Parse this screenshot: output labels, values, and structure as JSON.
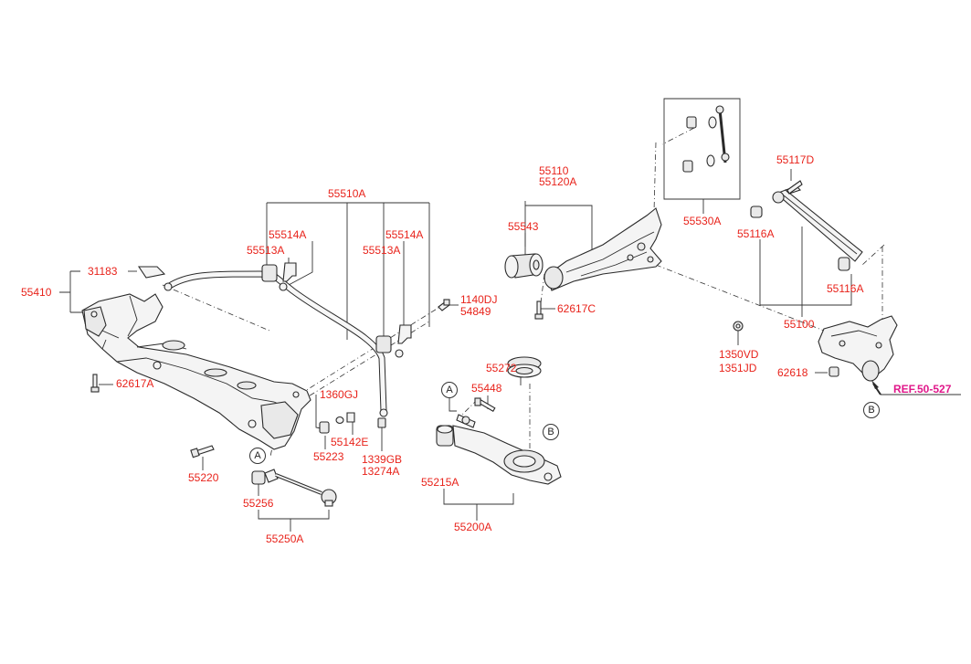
{
  "labels": {
    "p55510A": "55510A",
    "p55514A_left": "55514A",
    "p55513A_left": "55513A",
    "p55514A_right": "55514A",
    "p55513A_right": "55513A",
    "p31183": "31183",
    "p55410": "55410",
    "p1140DJ": "1140DJ",
    "p54849": "54849",
    "p62617A": "62617A",
    "p1360GJ": "1360GJ",
    "p55223": "55223",
    "p55142E": "55142E",
    "p1339GB": "1339GB",
    "p13274A": "13274A",
    "p55220": "55220",
    "p55256": "55256",
    "p55250A": "55250A",
    "p55272": "55272",
    "p55448": "55448",
    "p55215A": "55215A",
    "p55200A": "55200A",
    "p55110": "55110",
    "p55120A": "55120A",
    "p55543": "55543",
    "p62617C": "62617C",
    "p55530A": "55530A",
    "p55117D": "55117D",
    "p55116A_top": "55116A",
    "p55116A_bottom": "55116A",
    "p55100": "55100",
    "p1350VD": "1350VD",
    "p1351JD": "1351JD",
    "p62618": "62618",
    "ref": "REF.50-527"
  },
  "callouts": {
    "a_subframe": "A",
    "a_lower_arm": "A",
    "b_lower_arm": "B",
    "b_knuckle": "B"
  },
  "colors": {
    "part_number": "#e8231b",
    "reference": "#e0188a",
    "line_art": "#2a2a2a"
  }
}
